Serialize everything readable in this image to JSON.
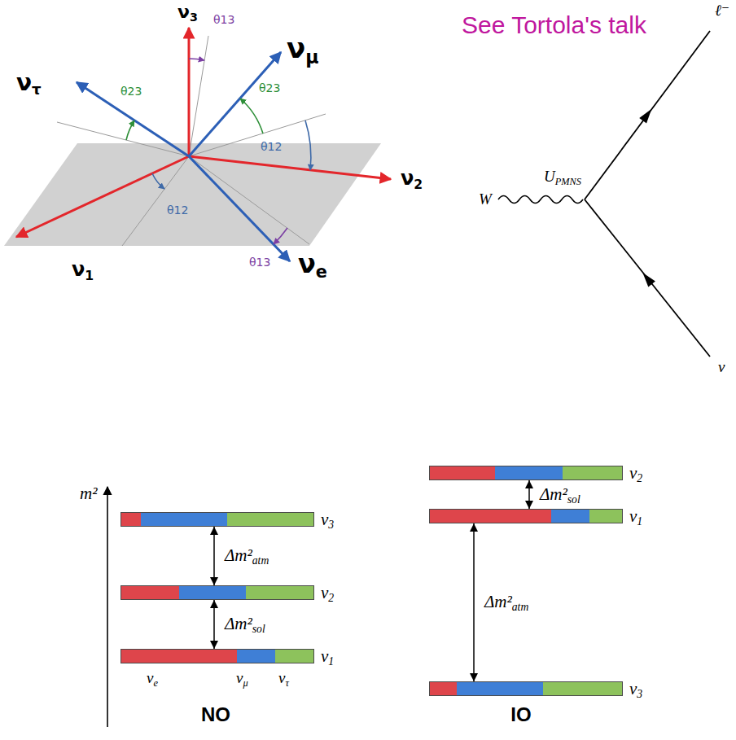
{
  "diagram": {
    "nodes": [
      {
        "text": [
          "ν3"
        ]
      },
      {
        "text": [
          "ν2"
        ]
      },
      {
        "text": [
          "ν1"
        ]
      },
      {
        "text": [
          "ν2"
        ]
      },
      {
        "text": [
          "ν1"
        ]
      },
      {
        "text": [
          "ν3"
        ]
      }
    ],
    "edges": [
      {
        "from": 0,
        "to": 1,
        "arrow": "both",
        "label": "Δm²atm"
      },
      {
        "from": 1,
        "to": 2,
        "arrow": "both",
        "label": "Δm²sol"
      },
      {
        "from": 3,
        "to": 4,
        "arrow": "both",
        "label": "Δm²sol"
      },
      {
        "from": 4,
        "to": 5,
        "arrow": "both",
        "label": "Δm²atm"
      }
    ],
    "labels": [
      "ν3",
      "θ13",
      "See Tortola's talk",
      "νμ",
      "ντ",
      "θ23",
      "θ23",
      "θ12",
      "ν2",
      "W",
      "UPMNS",
      "θ12",
      "νe",
      "θ13",
      "ν1",
      "ℓ⁻",
      "ν",
      "m²",
      "νe",
      "νμ",
      "ντ",
      "NO",
      "IO"
    ]
  }
}
